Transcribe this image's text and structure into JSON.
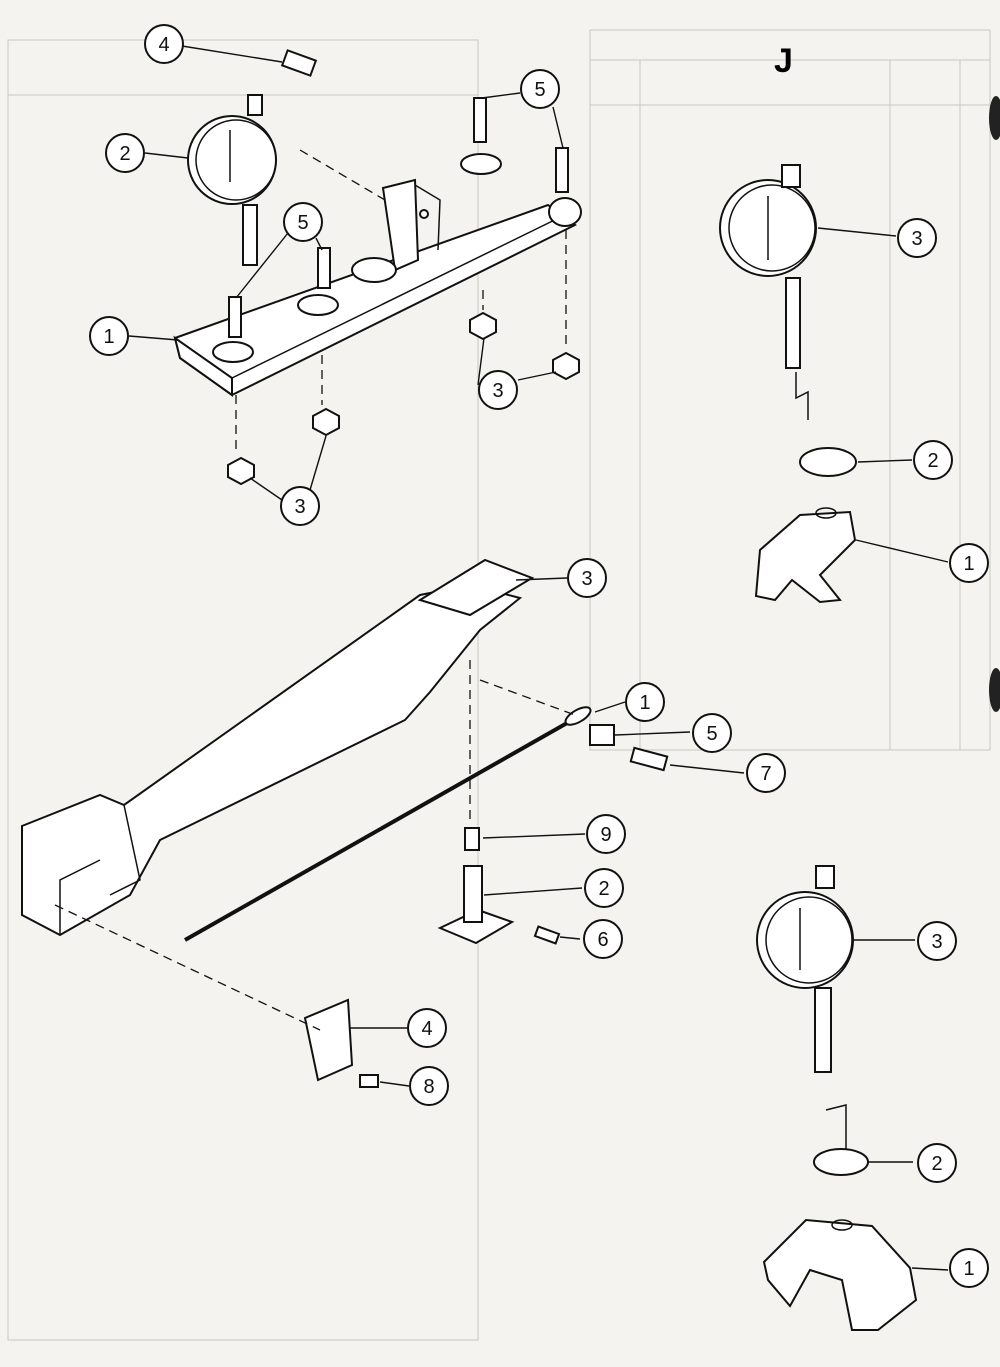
{
  "page_letter": "J",
  "assemblies": [
    {
      "name": "gauge-fixture-plate",
      "callouts": [
        "4",
        "2",
        "5",
        "1",
        "3",
        "3"
      ]
    },
    {
      "name": "dial-indicator-with-clamp-upper",
      "callouts": [
        "3",
        "2",
        "1"
      ]
    },
    {
      "name": "scale-beam-arm",
      "callouts": [
        "3",
        "1",
        "5",
        "7",
        "9",
        "2",
        "6",
        "4",
        "8"
      ]
    },
    {
      "name": "dial-indicator-with-clamp-lower",
      "callouts": [
        "3",
        "2",
        "1"
      ]
    }
  ],
  "colors": {
    "ink": "#111111",
    "paper": "#f4f3ef",
    "bleed": "#c9c7c0"
  }
}
